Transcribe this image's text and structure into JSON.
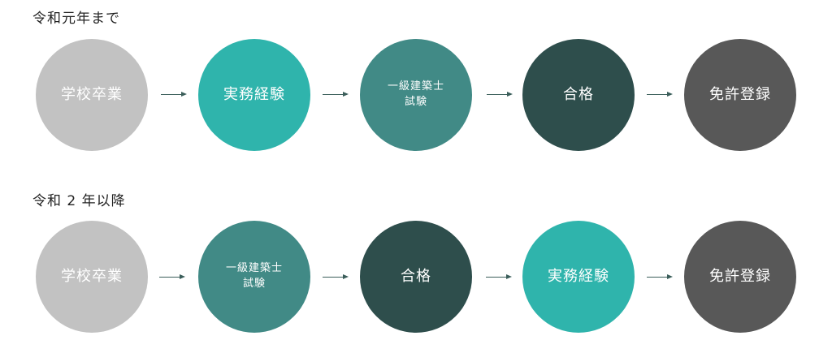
{
  "colors": {
    "school": "#c2c2c2",
    "experience": "#2fb4ac",
    "exam": "#418a86",
    "pass": "#2e4e4c",
    "license": "#585858"
  },
  "rows": [
    {
      "title": "令和元年まで",
      "steps": [
        {
          "label": "学校卒業",
          "kind": "school"
        },
        {
          "label": "実務経験",
          "kind": "experience"
        },
        {
          "line1": "一級建築士",
          "line2": "試験",
          "kind": "exam"
        },
        {
          "label": "合格",
          "kind": "pass"
        },
        {
          "label": "免許登録",
          "kind": "license"
        }
      ]
    },
    {
      "title": "令和 2 年以降",
      "steps": [
        {
          "label": "学校卒業",
          "kind": "school"
        },
        {
          "line1": "一級建築士",
          "line2": "試験",
          "kind": "exam"
        },
        {
          "label": "合格",
          "kind": "pass"
        },
        {
          "label": "実務経験",
          "kind": "experience"
        },
        {
          "label": "免許登録",
          "kind": "license"
        }
      ]
    }
  ]
}
